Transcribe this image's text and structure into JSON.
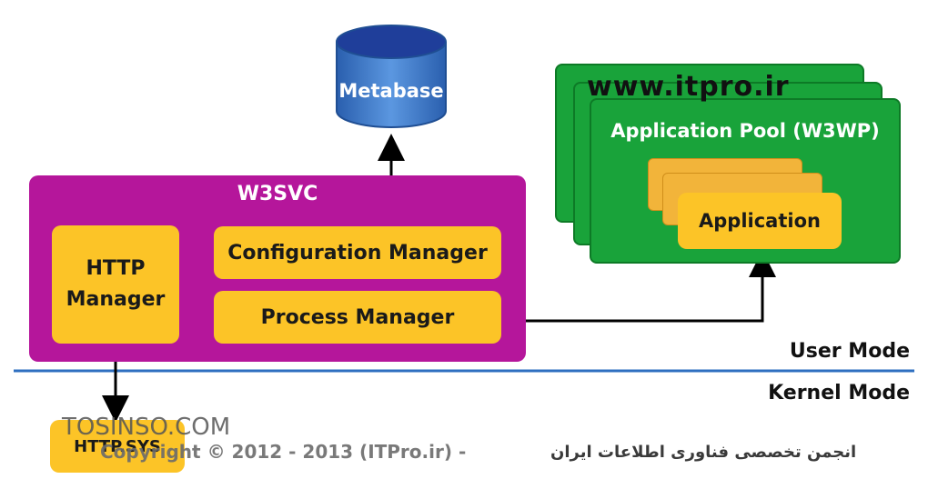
{
  "diagram": {
    "metabase_label": "Metabase",
    "w3svc_title": "W3SVC",
    "http_manager_line1": "HTTP",
    "http_manager_line2": "Manager",
    "config_manager_label": "Configuration Manager",
    "process_manager_label": "Process Manager",
    "app_pool_title": "Application Pool (W3WP)",
    "application_label": "Application",
    "website": "www.itpro.ir",
    "user_mode_label": "User Mode",
    "kernel_mode_label": "Kernel Mode",
    "http_sys_label": "HTTP.SYS"
  },
  "watermark": {
    "tosinso": "TOSINSO.COM",
    "copyright": "Copyright © 2012 - 2013 (ITPro.ir) -",
    "persian": "انجمن تخصصی فناوری اطلاعات ایران"
  },
  "colors": {
    "w3svc_bg": "#b5169b",
    "yellow_box": "#fcc427",
    "pool_green": "#19a33a",
    "metabase_blue": "#3c78c8",
    "mode_line": "#2e6fc0"
  }
}
